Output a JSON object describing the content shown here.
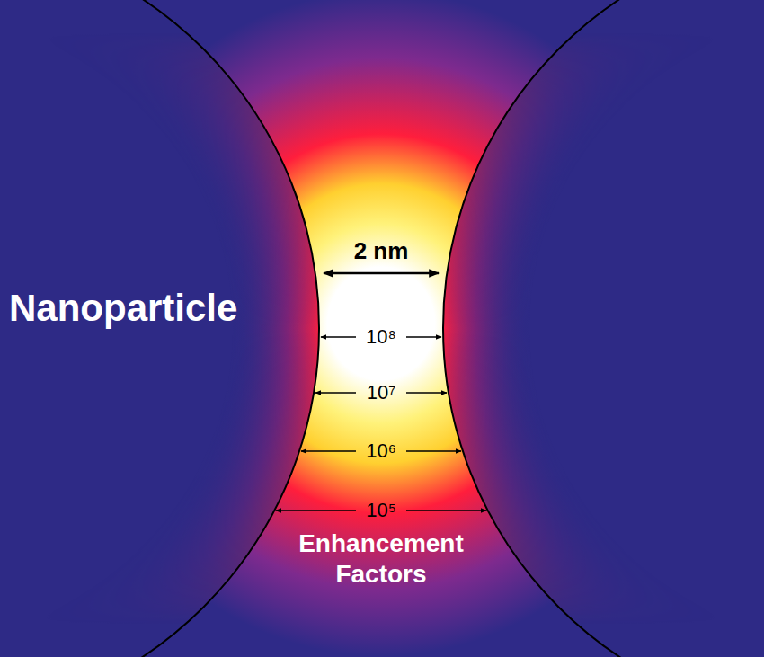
{
  "diagram": {
    "nodes": [
      {
        "text": [
          "Nanoparticle"
        ]
      }
    ],
    "labels": [
      "2 nm",
      "10⁸",
      "10⁷",
      "10⁶",
      "10⁵",
      "Enhancement Factors"
    ]
  }
}
